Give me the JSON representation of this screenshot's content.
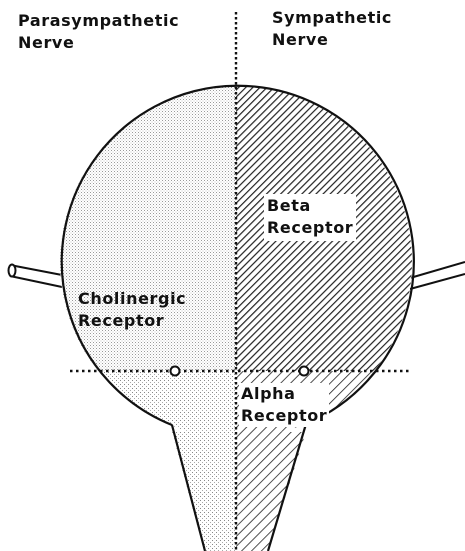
{
  "headers": {
    "parasympathetic": [
      "Parasympathetic",
      "Nerve"
    ],
    "sympathetic": [
      "Sympathetic",
      "Nerve"
    ]
  },
  "regions": {
    "beta": [
      "Beta",
      "Receptor"
    ],
    "cholinergic": [
      "Cholinergic",
      "Receptor"
    ],
    "alpha": [
      "Alpha",
      "Receptor"
    ]
  }
}
